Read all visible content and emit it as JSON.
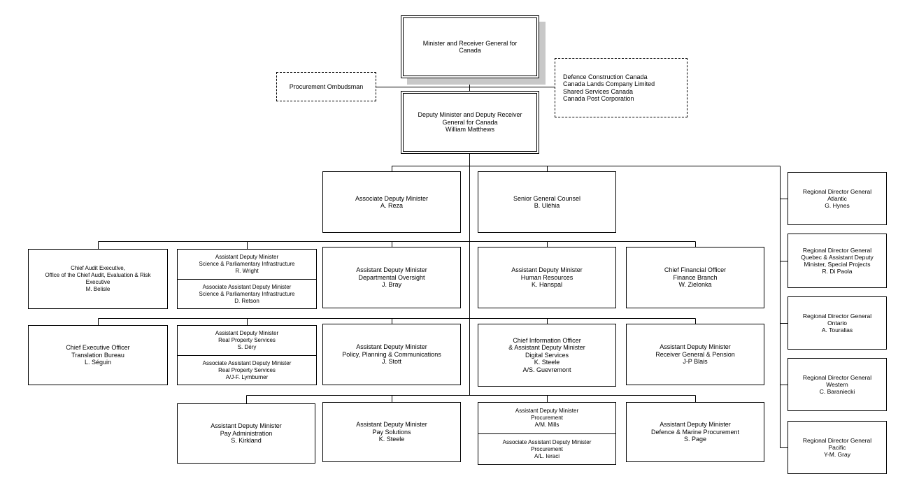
{
  "colors": {
    "line": "#000000",
    "box_border": "#000000",
    "box_background": "#ffffff",
    "minister_shadow": "#c8c8c8",
    "page_background": "#ffffff"
  },
  "nodes": {
    "minister": "Minister and Receiver General for\nCanada",
    "deputy_minister": "Deputy Minister and Deputy Receiver\nGeneral for Canada\nWilliam Matthews",
    "procurement_ombudsman": "Procurement Ombudsman",
    "crown_corporations": "Defence Construction Canada\nCanada Lands Company Limited\nShared Services Canada\nCanada Post Corporation",
    "associate_deputy_minister": "Associate Deputy Minister\nA. Reza",
    "senior_general_counsel": "Senior General Counsel\nB. Uléhia",
    "chief_audit_executive": "Chief Audit Executive,\nOffice of the Chief Audit, Evaluation & Risk\nExecutive\nM. Belisle",
    "adm_science": "Assistant Deputy Minister\nScience & Parliamentary Infrastructure\nR. Wright",
    "aadm_science": "Associate Assistant Deputy Minister\nScience & Parliamentary Infrastructure\nD. Retson",
    "adm_departmental_oversight": "Assistant Deputy Minister\nDepartmental Oversight\nJ. Bray",
    "adm_human_resources": "Assistant Deputy Minister\nHuman Resources\nK. Hanspal",
    "chief_financial_officer": "Chief Financial Officer\nFinance Branch\nW. Zielonka",
    "ceo_translation_bureau": "Chief Executive Officer\nTranslation Bureau\nL. Séguin",
    "adm_real_property": "Assistant Deputy Minister\nReal Property Services\nS. Déry",
    "aadm_real_property": "Associate Assistant Deputy Minister\nReal Property Services\nA/J-F. Lymburner",
    "adm_policy_planning": "Assistant Deputy Minister\nPolicy, Planning & Communications\nJ. Stott",
    "cio_digital_services": "Chief Information Officer\n& Assistant Deputy Minister\nDigital Services\nK. Steele\nA/S. Guevremont",
    "adm_receiver_general": "Assistant Deputy Minister\nReceiver General & Pension\nJ-P Blais",
    "adm_pay_administration": "Assistant Deputy Minister\nPay Administration\nS. Kirkland",
    "adm_pay_solutions": "Assistant Deputy Minister\nPay Solutions\nK. Steele",
    "adm_procurement": "Assistant Deputy Minister\nProcurement\nA/M. Mills",
    "aadm_procurement": "Associate Assistant Deputy Minister\nProcurement\nA/L. Ieraci",
    "adm_defence_marine": "Assistant Deputy Minister\nDefence & Marine Procurement\nS. Page",
    "rdg_atlantic": "Regional Director General\nAtlantic\nG. Hynes",
    "rdg_quebec": "Regional Director General\nQuebec & Assistant Deputy\nMinister, Special Projects\nR. Di Paola",
    "rdg_ontario": "Regional Director General\nOntario\nA. Touralias",
    "rdg_western": "Regional Director General\nWestern\nC. Baraniecki",
    "rdg_pacific": "Regional Director General\nPacific\nY-M. Gray"
  }
}
